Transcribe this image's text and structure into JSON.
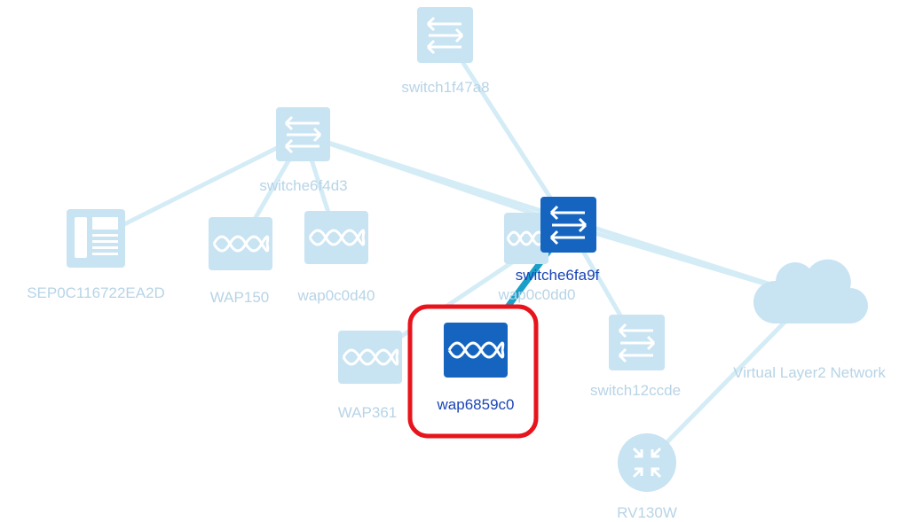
{
  "topology": {
    "nodes": [
      {
        "id": "switch1f47a8",
        "label": "switch1f47a8",
        "type": "switch",
        "icon": "switch-arrows-icon",
        "state": "dimmed"
      },
      {
        "id": "switche6f4d3",
        "label": "switche6f4d3",
        "type": "switch",
        "icon": "switch-arrows-icon",
        "state": "dimmed"
      },
      {
        "id": "SEP0C116722EA2D",
        "label": "SEP0C116722EA2D",
        "type": "phone",
        "icon": "ip-phone-icon",
        "state": "dimmed"
      },
      {
        "id": "WAP150",
        "label": "WAP150",
        "type": "wap",
        "icon": "access-point-icon",
        "state": "dimmed"
      },
      {
        "id": "wap0c0d40",
        "label": "wap0c0d40",
        "type": "wap",
        "icon": "access-point-icon",
        "state": "dimmed"
      },
      {
        "id": "wap0c0dd0",
        "label": "wap0c0dd0",
        "type": "wap",
        "icon": "access-point-icon",
        "state": "dimmed"
      },
      {
        "id": "switche6fa9f",
        "label": "switche6fa9f",
        "type": "switch",
        "icon": "switch-arrows-icon",
        "state": "active"
      },
      {
        "id": "WAP361",
        "label": "WAP361",
        "type": "wap",
        "icon": "access-point-icon",
        "state": "dimmed"
      },
      {
        "id": "wap6859c0",
        "label": "wap6859c0",
        "type": "wap",
        "icon": "access-point-icon",
        "state": "selected"
      },
      {
        "id": "switch12ccde",
        "label": "switch12ccde",
        "type": "switch",
        "icon": "switch-arrows-icon",
        "state": "dimmed"
      },
      {
        "id": "virtual-layer2",
        "label": "Virtual Layer2 Network",
        "type": "cloud",
        "icon": "cloud-icon",
        "state": "dimmed"
      },
      {
        "id": "RV130W",
        "label": "RV130W",
        "type": "router",
        "icon": "router-icon",
        "state": "dimmed"
      }
    ],
    "links": [
      {
        "from": "switch1f47a8",
        "to": "switche6fa9f",
        "state": "dimmed"
      },
      {
        "from": "switche6f4d3",
        "to": "SEP0C116722EA2D",
        "state": "dimmed"
      },
      {
        "from": "switche6f4d3",
        "to": "WAP150",
        "state": "dimmed"
      },
      {
        "from": "switche6f4d3",
        "to": "wap0c0d40",
        "state": "dimmed"
      },
      {
        "from": "switche6f4d3",
        "to": "switche6fa9f",
        "state": "dimmed"
      },
      {
        "from": "switche6f4d3",
        "to": "virtual-layer2",
        "state": "dimmed"
      },
      {
        "from": "switche6fa9f",
        "to": "virtual-layer2",
        "state": "dimmed"
      },
      {
        "from": "switche6fa9f",
        "to": "switch12ccde",
        "state": "dimmed"
      },
      {
        "from": "switche6fa9f",
        "to": "WAP361",
        "state": "dimmed"
      },
      {
        "from": "switche6fa9f",
        "to": "wap6859c0",
        "state": "active"
      },
      {
        "from": "virtual-layer2",
        "to": "RV130W",
        "state": "dimmed"
      }
    ]
  },
  "colors": {
    "dimmed_icon": "#c8e3f2",
    "dimmed_label": "#b7d4e6",
    "link": "#d4ecf6",
    "active_link": "#1aa0c8",
    "active_icon": "#1565c0",
    "active_label": "#1a44b8",
    "selection_box": "#e8141c"
  }
}
